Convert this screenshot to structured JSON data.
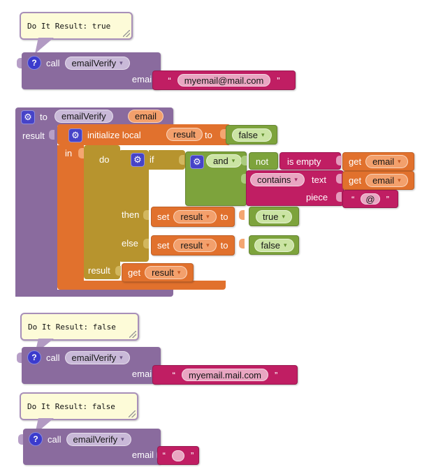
{
  "icons": {
    "gear": "⚙",
    "question": "?",
    "dropdown": "▾",
    "quote_open": "“",
    "quote_close": "”"
  },
  "bubbles": [
    {
      "text": "Do It Result: true"
    },
    {
      "text": "Do It Result: false"
    },
    {
      "text": "Do It Result: false"
    }
  ],
  "procedure_name": "emailVerify",
  "args": [
    {
      "value": "myemail@mail.com"
    },
    {
      "value": "myemail.mail.com"
    },
    {
      "value": ""
    }
  ],
  "labels": {
    "call": "call",
    "email": "email",
    "to": "to",
    "result": "result",
    "initialize_local": "initialize local",
    "in": "in",
    "do": "do",
    "if": "if",
    "then": "then",
    "else": "else",
    "and": "and",
    "not": "not",
    "is_empty": "is empty",
    "contains": "contains",
    "text": "text",
    "piece": "piece",
    "at_sign": "@",
    "set": "set",
    "get": "get",
    "true": "true",
    "false": "false"
  },
  "colors": {
    "procedure_purple": "#8a6b9e",
    "variable_orange": "#e1712d",
    "control_olive": "#b7942e",
    "logic_green": "#7da33c",
    "text_magenta": "#c01e63",
    "bubble_fill": "#fdfbd8",
    "bubble_border": "#a88fb9",
    "icon_blue": "#4643c8",
    "canvas_bg": "#ffffff"
  }
}
